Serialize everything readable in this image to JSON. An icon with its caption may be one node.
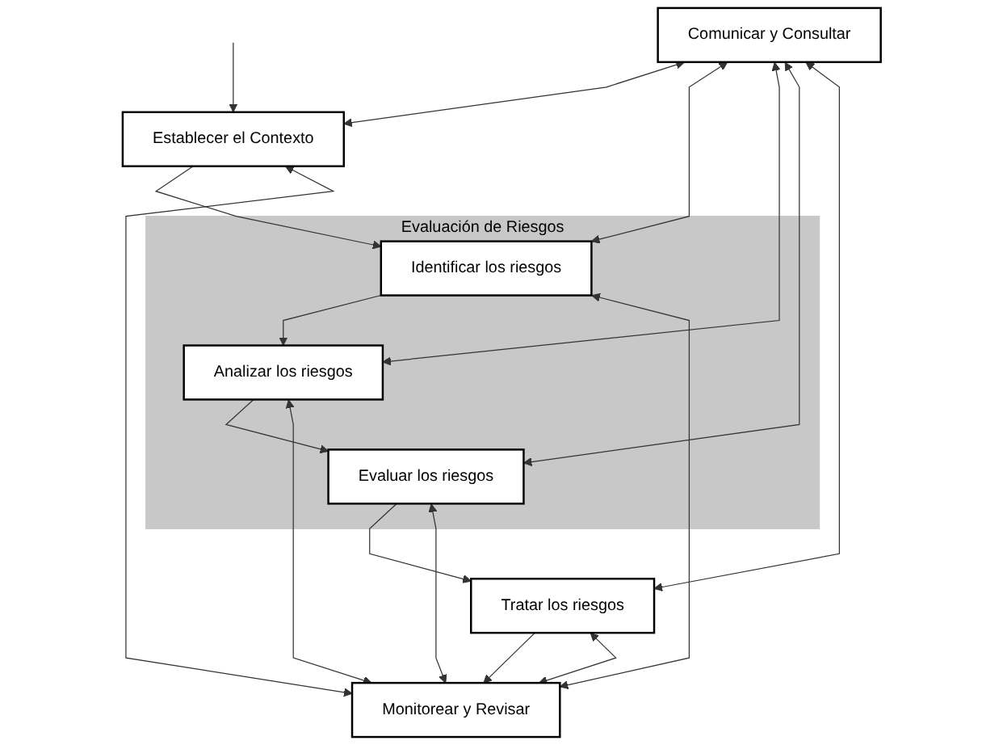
{
  "diagram": {
    "nodes": [
      {
        "text": [
          "Comunicar y Consultar"
        ]
      },
      {
        "text": [
          "Establecer el Contexto"
        ]
      },
      {
        "text": [
          "Evaluación de Riesgos"
        ]
      },
      {
        "text": [
          "Identificar los riesgos"
        ],
        "in": 2
      },
      {
        "text": [
          "Analizar los riesgos"
        ],
        "in": 2
      },
      {
        "text": [
          "Evaluar los riesgos"
        ],
        "in": 2
      },
      {
        "text": [
          "Tratar los riesgos"
        ]
      },
      {
        "text": [
          "Monitorear y Revisar"
        ]
      }
    ],
    "edges": [
      {
        "from": null,
        "to": 1,
        "arrow": "to"
      },
      {
        "from": 1,
        "to": 3,
        "arrow": "to"
      },
      {
        "from": 3,
        "to": 4,
        "arrow": "to"
      },
      {
        "from": 4,
        "to": 5,
        "arrow": "to"
      },
      {
        "from": 5,
        "to": 6,
        "arrow": "to"
      },
      {
        "from": 6,
        "to": 7,
        "arrow": "to"
      },
      {
        "from": 0,
        "to": 1,
        "arrow": "both"
      },
      {
        "from": 0,
        "to": 3,
        "arrow": "both"
      },
      {
        "from": 0,
        "to": 4,
        "arrow": "both"
      },
      {
        "from": 0,
        "to": 5,
        "arrow": "both"
      },
      {
        "from": 0,
        "to": 6,
        "arrow": "both"
      },
      {
        "from": 1,
        "to": 7,
        "arrow": "both"
      },
      {
        "from": 3,
        "to": 7,
        "arrow": "both"
      },
      {
        "from": 4,
        "to": 7,
        "arrow": "both"
      },
      {
        "from": 5,
        "to": 7,
        "arrow": "both"
      },
      {
        "from": 6,
        "to": 7,
        "arrow": "both"
      }
    ]
  }
}
